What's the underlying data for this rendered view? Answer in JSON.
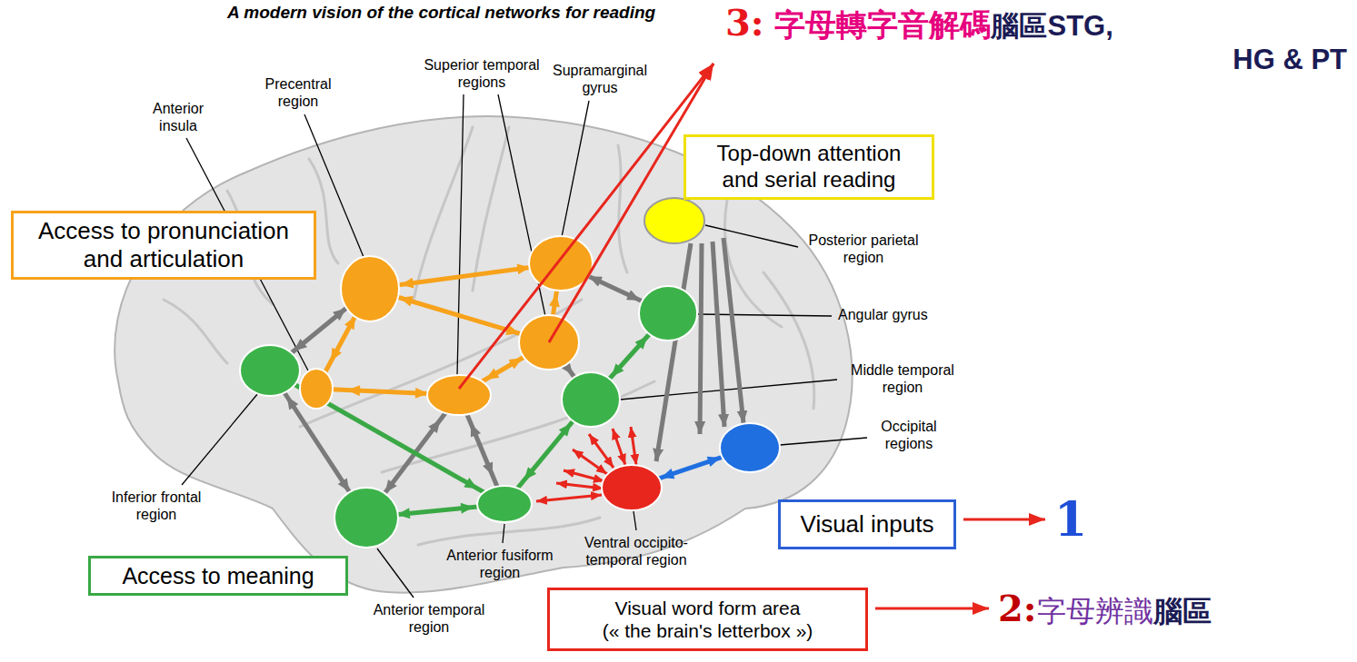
{
  "diagram": {
    "title": "A modern vision of the cortical networks for reading",
    "nodes": [
      {
        "text": [
          "Top-down attention and serial reading"
        ]
      },
      {
        "text": [
          "Access to pronunciation and articulation"
        ]
      },
      {
        "text": [
          "Visual inputs"
        ]
      },
      {
        "text": [
          "Access to meaning"
        ]
      },
      {
        "text": [
          "Visual word form area (« the brain's letterbox »)"
        ]
      }
    ],
    "labels": [
      "3: 字母轉字音解碼腦區STG, HG & PT",
      "Supramarginal gyrus",
      "Superior temporal regions",
      "Precentral region",
      "Anterior insula",
      "Posterior parietal region",
      "Angular gyrus",
      "Middle temporal region",
      "Occipital regions",
      "Inferior frontal region",
      "Ventral occipito-temporal region",
      "1",
      "Anterior fusiform region",
      "2:字母辨識腦區",
      "Anterior temporal region"
    ]
  }
}
